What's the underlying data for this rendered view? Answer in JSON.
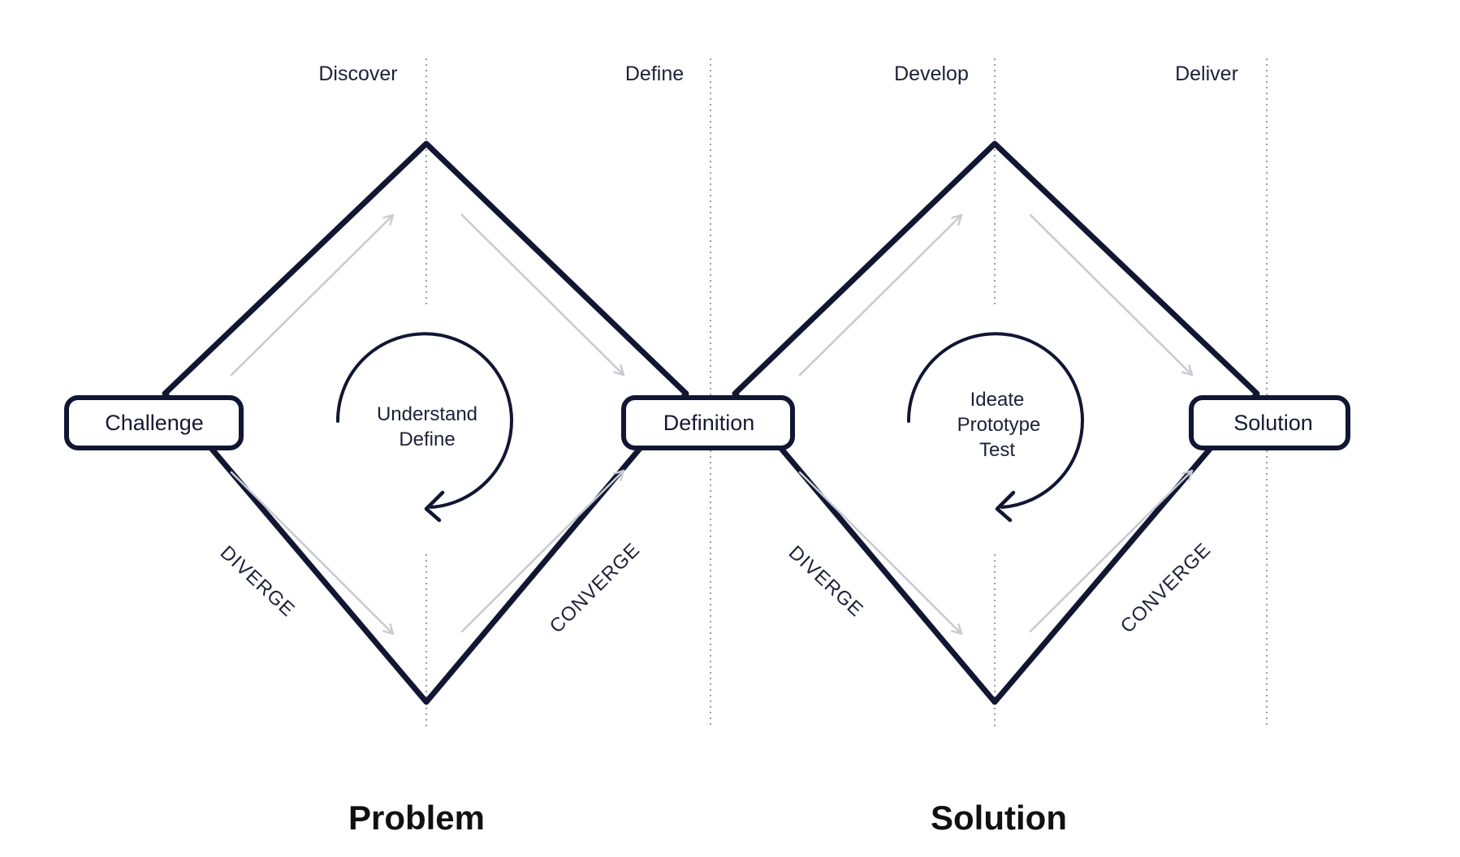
{
  "stages": [
    {
      "label": "Discover"
    },
    {
      "label": "Define"
    },
    {
      "label": "Develop"
    },
    {
      "label": "Deliver"
    }
  ],
  "nodes": [
    {
      "label": "Challenge"
    },
    {
      "label": "Definition"
    },
    {
      "label": "Solution"
    }
  ],
  "diamonds": [
    {
      "loop_lines": [
        "Understand",
        "Define"
      ],
      "diverge_label": "DIVERGE",
      "converge_label": "CONVERGE",
      "section_title": "Problem"
    },
    {
      "loop_lines": [
        "Ideate",
        "Prototype",
        "Test"
      ],
      "diverge_label": "DIVERGE",
      "converge_label": "CONVERGE",
      "section_title": "Solution"
    }
  ],
  "colors": {
    "outline": "#111633",
    "arrows": "#c9cbd1",
    "dividers": "#9a9ca4"
  }
}
